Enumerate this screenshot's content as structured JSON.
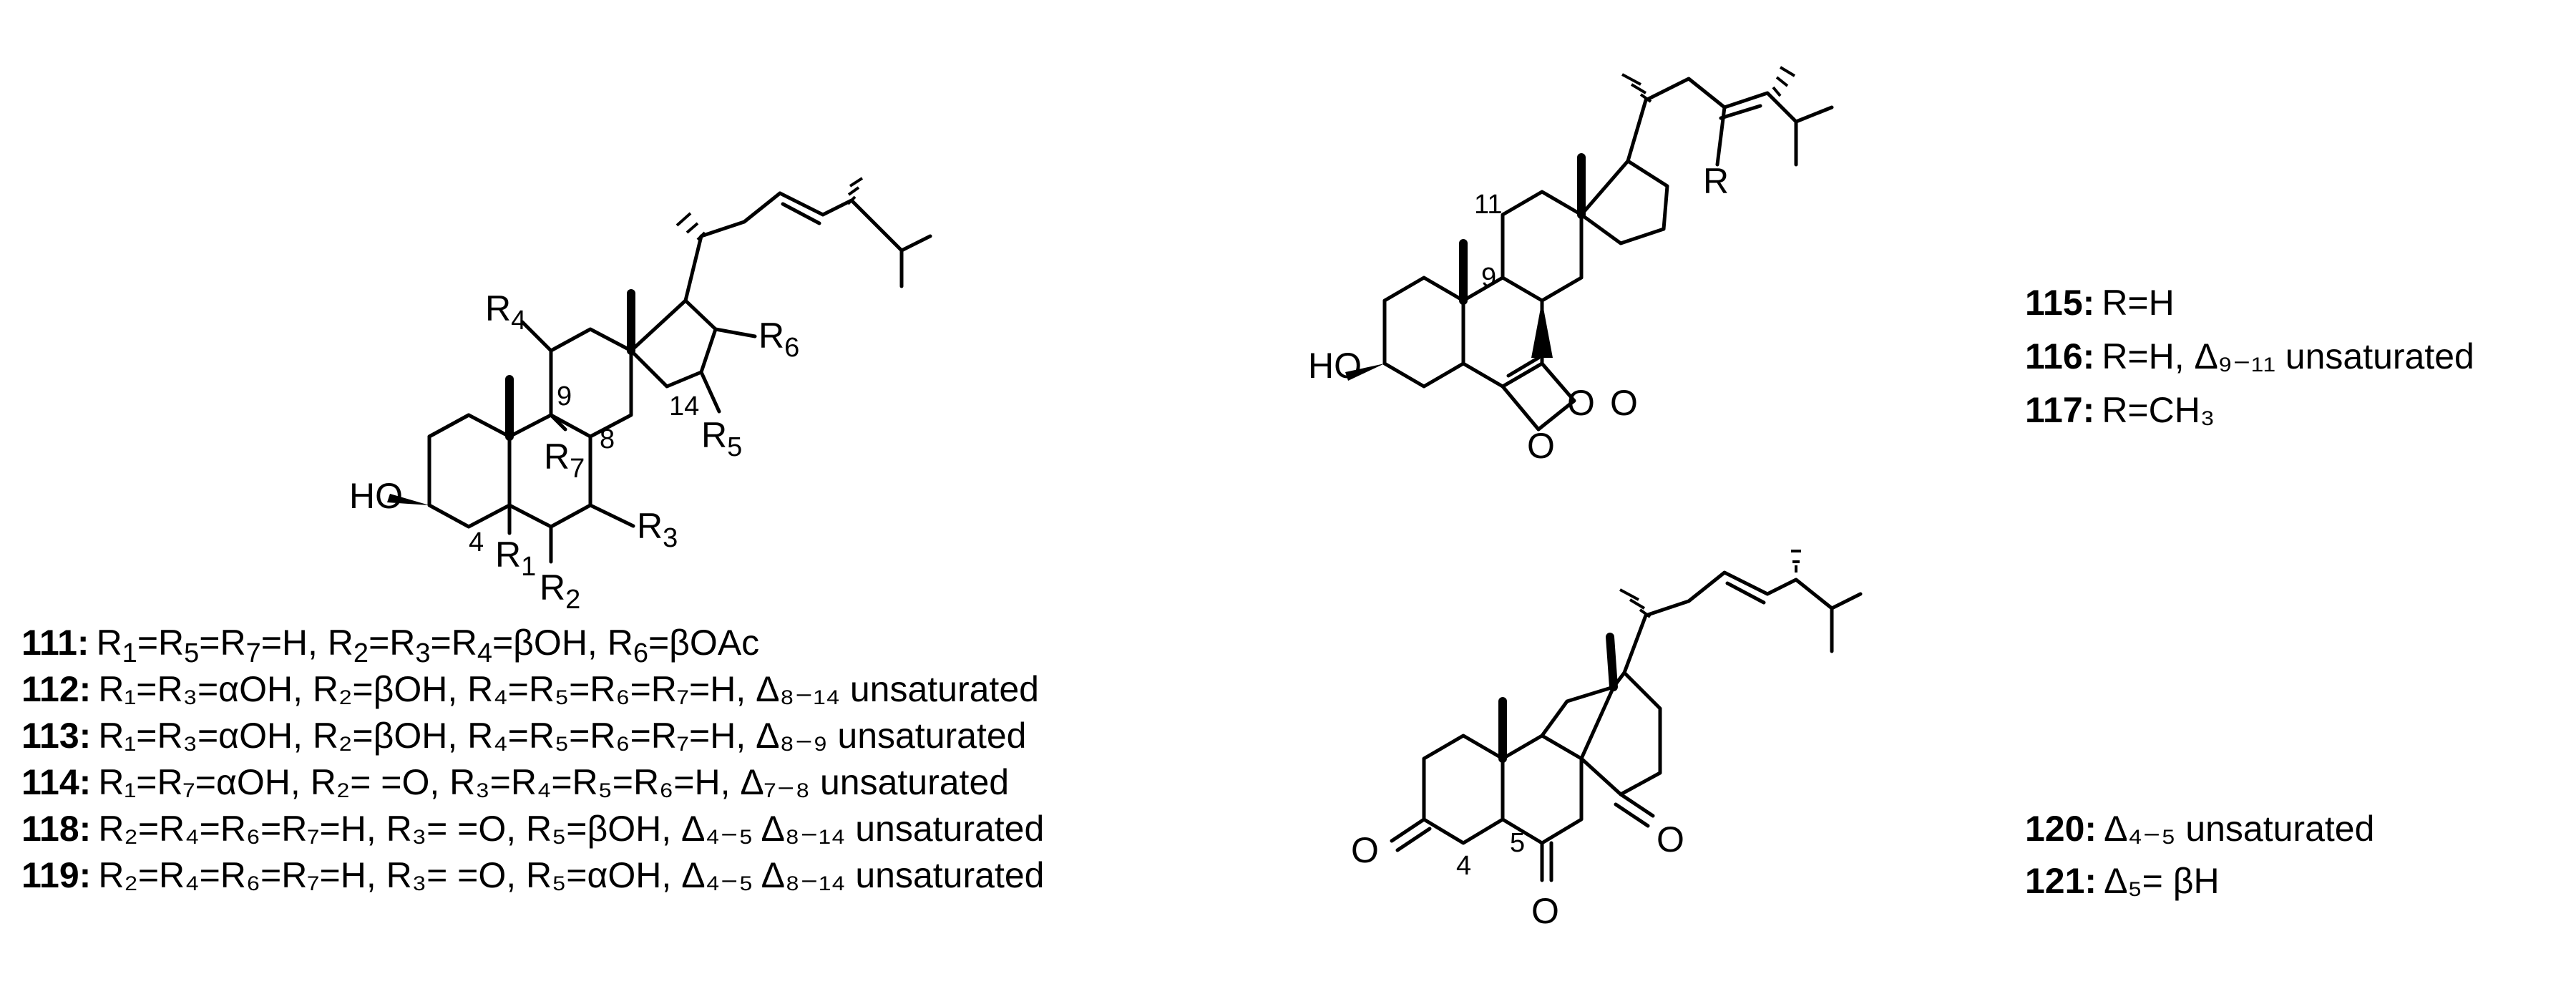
{
  "structure_a": {
    "labels": {
      "ho": "HO",
      "c4": "4",
      "c9": "9",
      "c8": "8",
      "c14": "14",
      "r1": "R",
      "r1s": "1",
      "r2": "R",
      "r2s": "2",
      "r3": "R",
      "r3s": "3",
      "r4": "R",
      "r4s": "4",
      "r5": "R",
      "r5s": "5",
      "r6": "R",
      "r6s": "6",
      "r7": "R",
      "r7s": "7"
    }
  },
  "structure_b": {
    "labels": {
      "ho": "HO",
      "c11": "11",
      "c9": "9",
      "o1": "O",
      "o2": "O",
      "o3": "O",
      "r": "R"
    }
  },
  "structure_c": {
    "labels": {
      "o1": "O",
      "o2": "O",
      "o3": "O",
      "c4": "4",
      "c5": "5"
    }
  },
  "captions_a": [
    {
      "id": "111:",
      "segs": [
        [
          "R",
          "1",
          "=R",
          "5",
          "=R",
          "7",
          "=H, R",
          "2",
          "=R",
          "3",
          "=R",
          "4",
          "=βOH, R",
          "6",
          "=βOAc"
        ]
      ]
    },
    {
      "id": "112:",
      "text": "R₁=R₃=αOH, R₂=βOH, R₄=R₅=R₆=R₇=H, Δ₈₋₁₄ unsaturated"
    },
    {
      "id": "113:",
      "text": "R₁=R₃=αOH, R₂=βOH, R₄=R₅=R₆=R₇=H, Δ₈₋₉  unsaturated"
    },
    {
      "id": "114:",
      "text": "R₁=R₇=αOH, R₂= =O, R₃=R₄=R₅=R₆=H, Δ₇₋₈ unsaturated"
    },
    {
      "id": "118:",
      "text": "R₂=R₄=R₆=R₇=H, R₃= =O, R₅=βOH, Δ₄₋₅ Δ₈₋₁₄ unsaturated"
    },
    {
      "id": "119:",
      "text": "R₂=R₄=R₆=R₇=H, R₃= =O, R₅=αOH, Δ₄₋₅ Δ₈₋₁₄ unsaturated"
    }
  ],
  "captions_b": [
    {
      "id": "115:",
      "text": "R=H"
    },
    {
      "id": "116:",
      "text": "R=H, Δ₉₋₁₁ unsaturated"
    },
    {
      "id": "117:",
      "text": "R=CH₃"
    }
  ],
  "captions_c": [
    {
      "id": "120:",
      "text": "Δ₄₋₅ unsaturated"
    },
    {
      "id": "121:",
      "text": "Δ₅= βH"
    }
  ]
}
